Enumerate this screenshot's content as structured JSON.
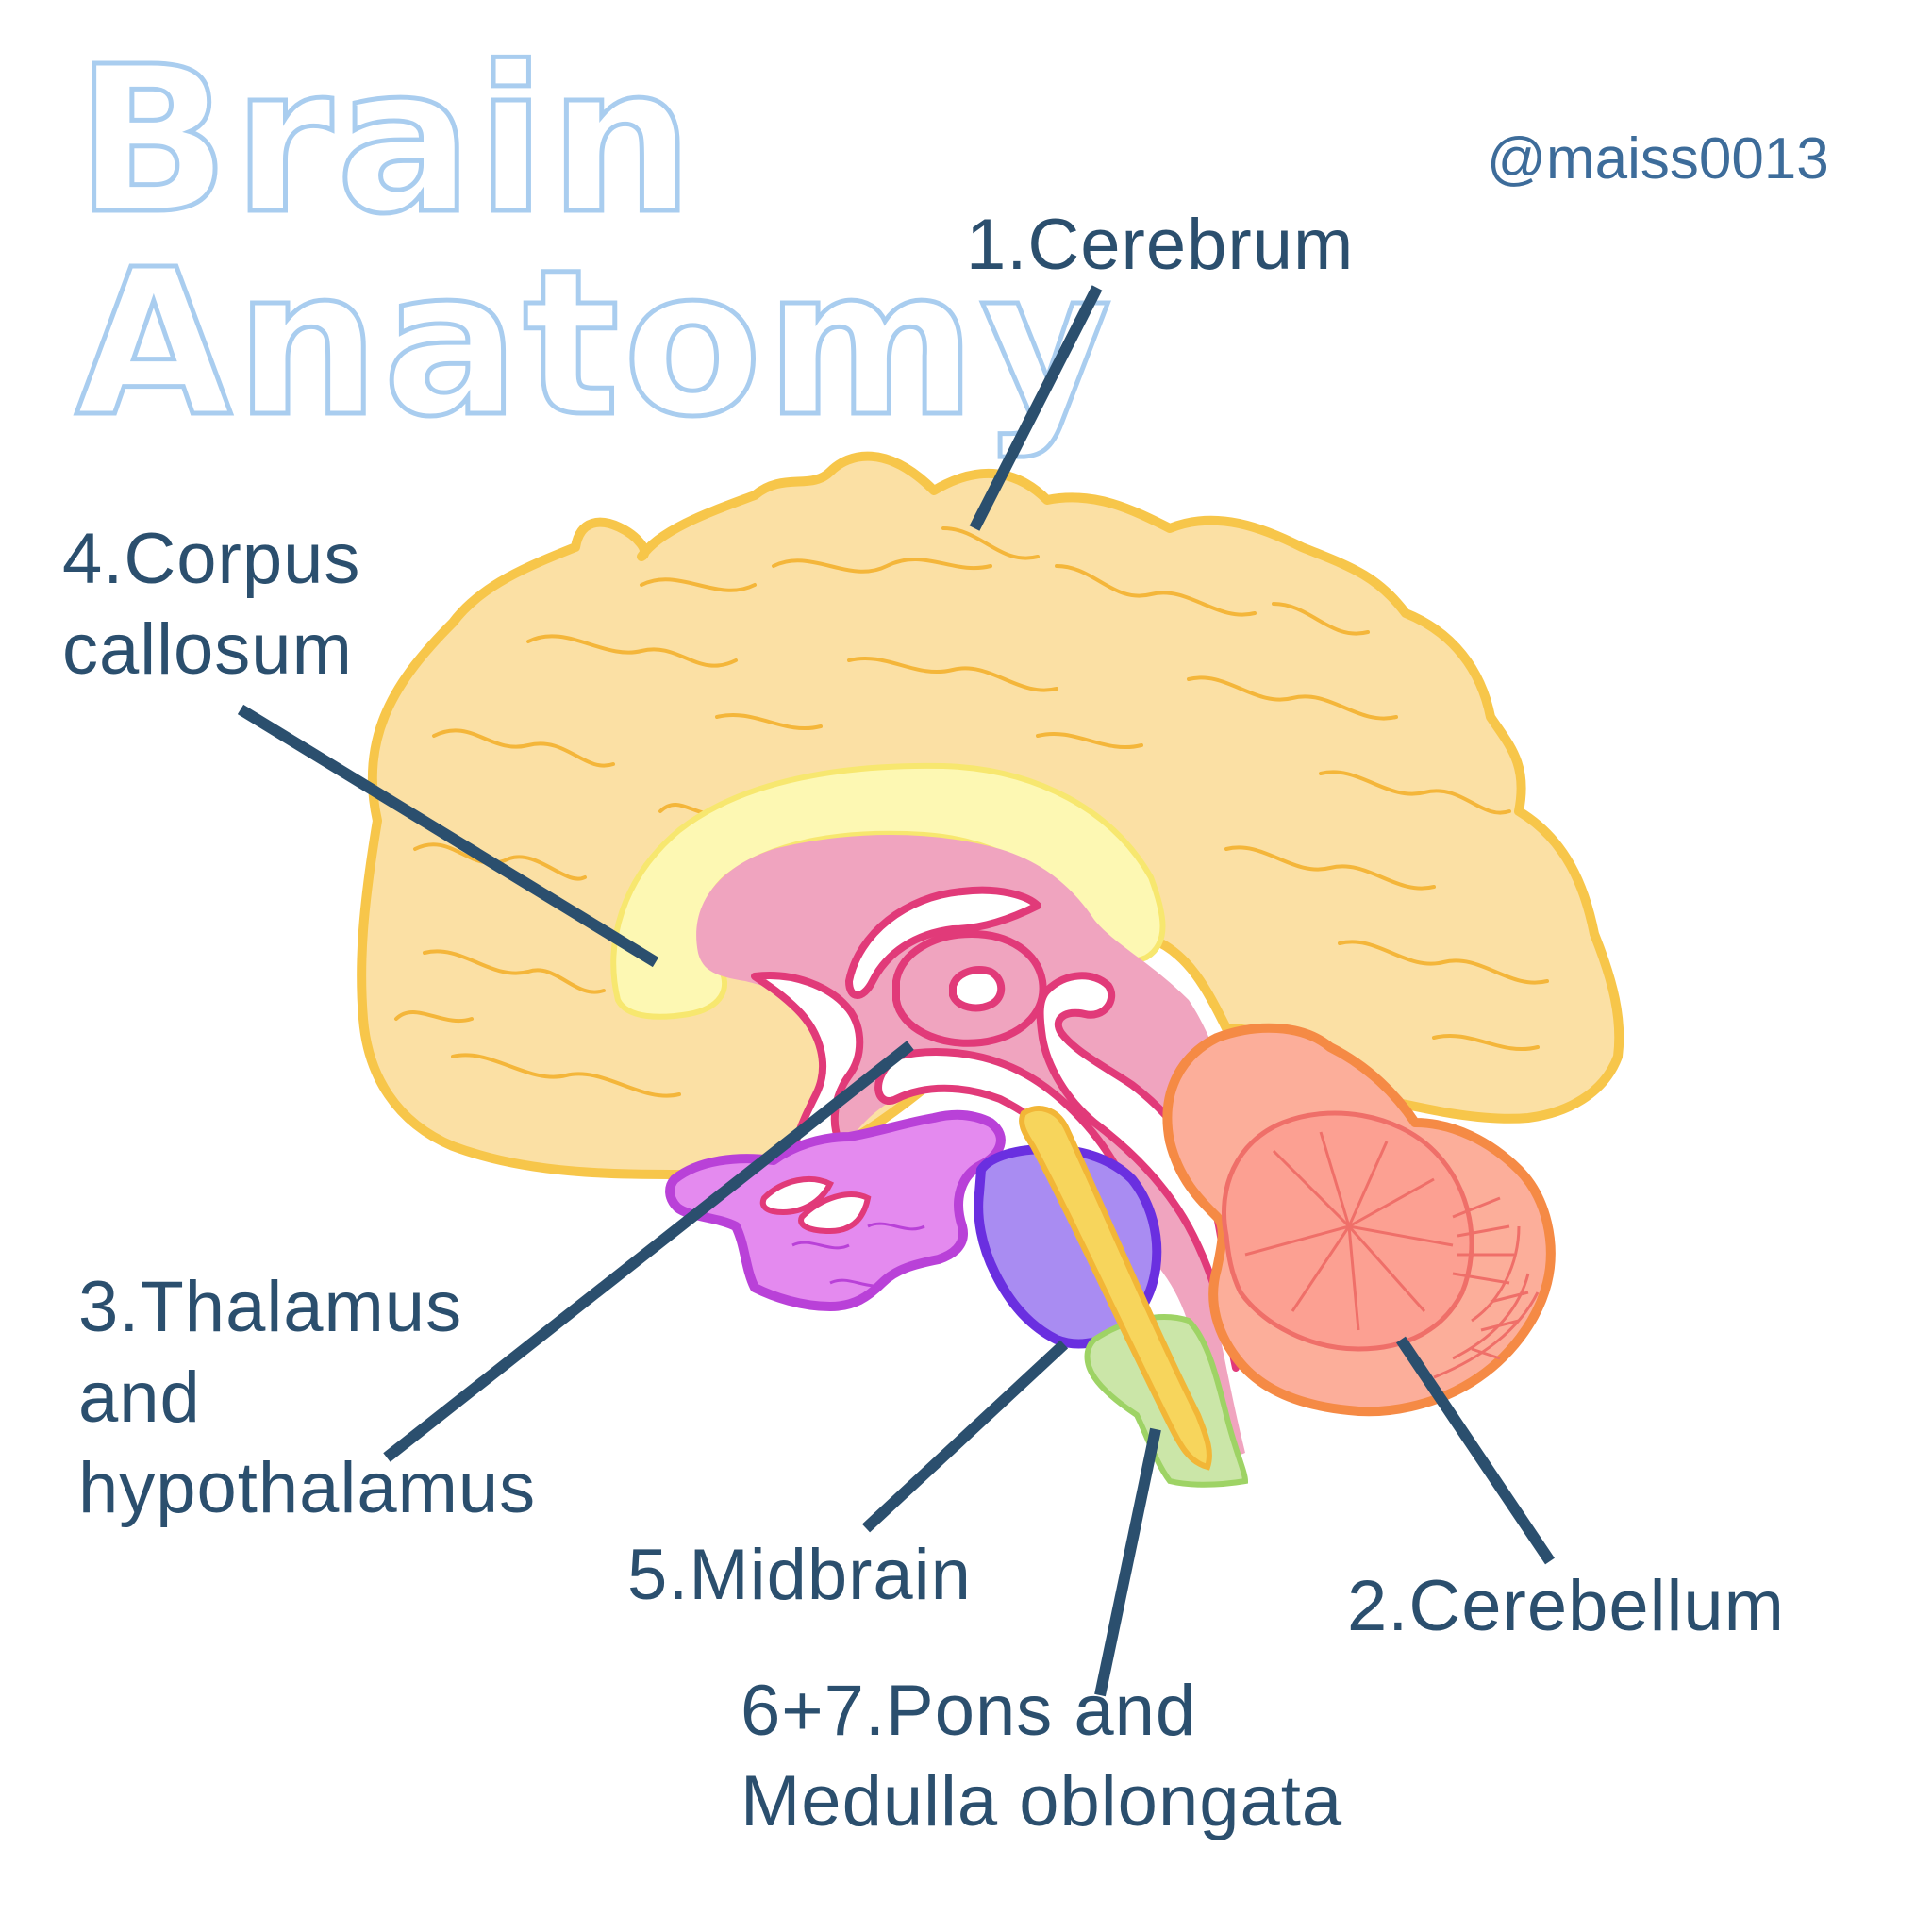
{
  "title": {
    "line1": "Brain",
    "line2": "Anatomy"
  },
  "handle": "@maiss0013",
  "labels": {
    "cerebrum": "1.Cerebrum",
    "cerebellum": "2.Cerebellum",
    "thalamus": [
      "3.Thalamus",
      "and",
      "hypothalamus"
    ],
    "corpus": [
      "4.Corpus",
      "callosum"
    ],
    "midbrain": "5.Midbrain",
    "pons": [
      "6+7.Pons and",
      "Medulla oblongata"
    ]
  },
  "colors": {
    "text": "#2b4f6e",
    "title_outline": "#a9cdef",
    "cerebrum_fill": "#fbe0a4",
    "cerebrum_stroke": "#f7c64a",
    "corpus_fill": "#fdf8b3",
    "thalamus_fill": "#f0a4bf",
    "thalamus_stroke": "#e13a79",
    "hypothalamus_fill": "#e48aef",
    "hypothalamus_stroke": "#b941d8",
    "midbrain_fill": "#a98cf2",
    "midbrain_stroke": "#6a2fe0",
    "pons_fill": "#cbe6a8",
    "pons_stroke": "#9ed365",
    "cerebellum_fill": "#fcae9a",
    "cerebellum_stroke": "#f58a45",
    "leader": "#2b4f6e"
  }
}
